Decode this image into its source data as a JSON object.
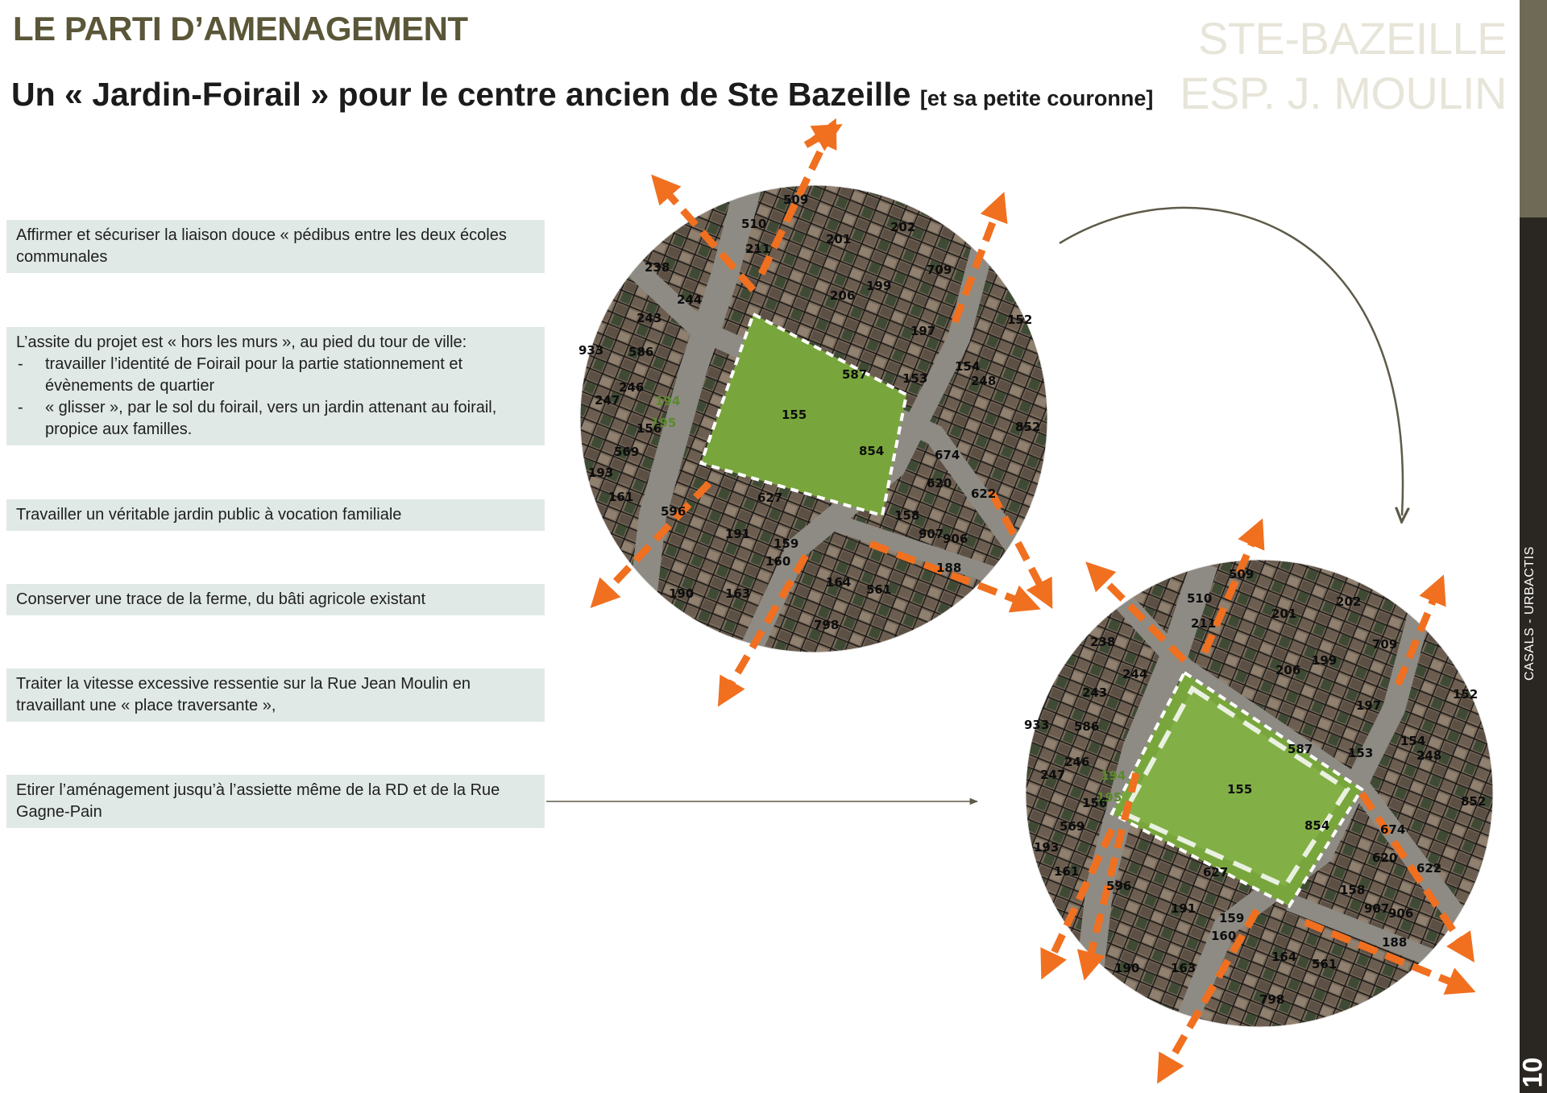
{
  "header": {
    "title": "LE PARTI D’AMENAGEMENT",
    "subtitle_main": "Un « Jardin-Foirail » pour le centre ancien de Ste Bazeille",
    "subtitle_small": "[et sa petite couronne]",
    "brand_line1": "STE-BAZEILLE",
    "brand_line2": "ESP. J. MOULIN"
  },
  "boxes": [
    {
      "text": "Affirmer et sécuriser la liaison douce « pédibus entre les deux écoles communales"
    },
    {
      "text": "L’assite du projet est « hors les murs », au pied du tour de ville:",
      "bullets": [
        "travailler l’identité de Foirail pour la partie stationnement et évènements de quartier",
        "« glisser », par le sol du foirail, vers un jardin attenant au foirail, propice aux familles."
      ]
    },
    {
      "text": "Travailler un véritable jardin public à vocation familiale"
    },
    {
      "text": "Conserver une trace de la ferme, du bâti agricole existant"
    },
    {
      "text": "Traiter la vitesse excessive ressentie sur la Rue Jean Moulin en travaillant une « place traversante »,"
    },
    {
      "text": "Etirer l’aménagement jusqu’à l’assiette même de la RD et de la Rue Gagne-Pain"
    }
  ],
  "sidebar": {
    "vertical_text": "CASALS - URBACTIS",
    "page_number": "10"
  },
  "map_labels": [
    "509",
    "510",
    "211",
    "201",
    "202",
    "709",
    "238",
    "244",
    "243",
    "206",
    "199",
    "152",
    "197",
    "587",
    "586",
    "933",
    "153",
    "154",
    "248",
    "246",
    "194",
    "155",
    "852",
    "247",
    "195",
    "854",
    "156",
    "674",
    "569",
    "620",
    "193",
    "627",
    "596",
    "158",
    "622",
    "161",
    "907",
    "191",
    "159",
    "906",
    "160",
    "188",
    "190",
    "163",
    "164",
    "561",
    "798"
  ],
  "colors": {
    "title": "#5a5638",
    "box_bg": "#e0e9e6",
    "arrow": "#f07020",
    "park": "#7aa83e",
    "sidebar": "#2a2722",
    "sidebar_accent": "#6e6a55"
  }
}
